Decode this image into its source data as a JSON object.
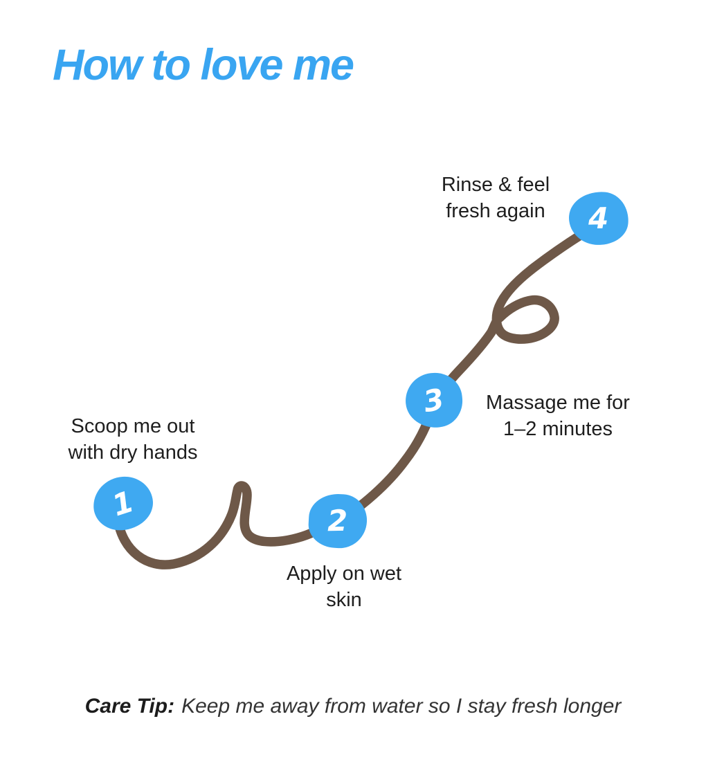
{
  "title": {
    "text": "How to love me"
  },
  "steps": [
    {
      "number": "1",
      "label_lines": [
        "Scoop me out",
        "with dry hands"
      ]
    },
    {
      "number": "2",
      "label_lines": [
        "Apply on wet",
        "skin"
      ]
    },
    {
      "number": "3",
      "label_lines": [
        "Massage me for",
        "1–2 minutes"
      ]
    },
    {
      "number": "4",
      "label_lines": [
        "Rinse & feel",
        "fresh again"
      ]
    }
  ],
  "care_tip": {
    "prefix": "Care Tip:",
    "text": "Keep me away from water so I stay fresh longer"
  },
  "colors": {
    "accent_blue": "#3FA9F1",
    "title_blue": "#39A5F1",
    "path_brown": "#6E5848",
    "text_dark": "#1E1E1E"
  }
}
